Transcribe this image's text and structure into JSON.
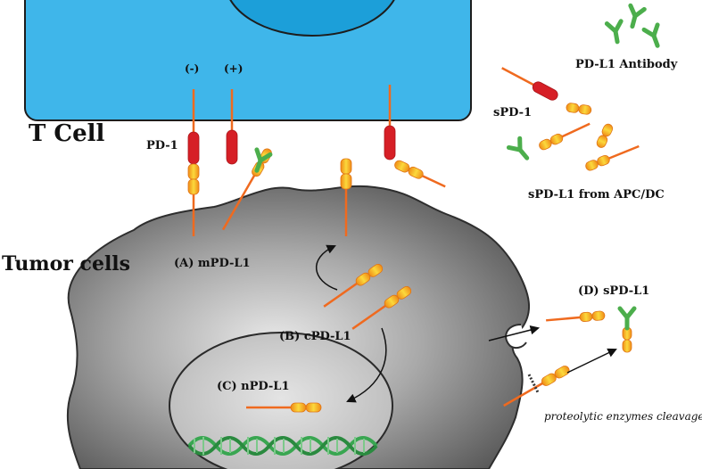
{
  "labels": {
    "t_cell": "T Cell",
    "tumor_cells": "Tumor cells",
    "pd1": "PD-1",
    "minus": "(-)",
    "plus": "(+)",
    "antibody": "PD-L1 Antibody",
    "spd1": "sPD-1",
    "spdl1_apc": "sPD-L1 from APC/DC",
    "mpdl1": "(A) mPD-L1",
    "cpdl1": "(B) cPD-L1",
    "npdl1": "(C) nPD-L1",
    "spdl1_d": "(D) sPD-L1",
    "cleavage": "proteolytic enzymes cleavage"
  },
  "colors": {
    "t_cell_fill": "#3fb6ea",
    "t_cell_edge": "#1d1d1d",
    "nucleus_fill": "#1c9fd9",
    "tumor_center": "#ececec",
    "tumor_edge": "#3a3a3a",
    "pd1_red": "#d61f26",
    "pdl1_orange": "#f6a01a",
    "pdl1_yellow": "#fbd83a",
    "stalk": "#ef6a1f",
    "antibody_green": "#4cae4c",
    "dna_green": "#39a651"
  }
}
